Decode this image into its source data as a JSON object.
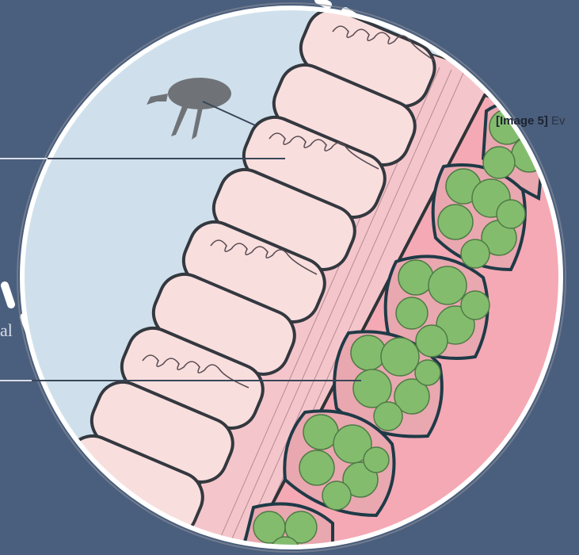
{
  "caption": {
    "tag": "[Image 5]",
    "text": "Ev"
  },
  "side_text": "al",
  "colors": {
    "background": "#4a5e7d",
    "water": "#cfe0ec",
    "epidermis_cell": "#f9dede",
    "cell_outline": "#34383f",
    "cortex": "#f7c9cf",
    "chloroplast": "#84bc6e",
    "chloroplast_edge": "#4e7b44",
    "leader_line": "#3a4658",
    "ring": "#ffffff"
  },
  "icons": [
    "mite-icon",
    "spiral-thickening-icon"
  ]
}
